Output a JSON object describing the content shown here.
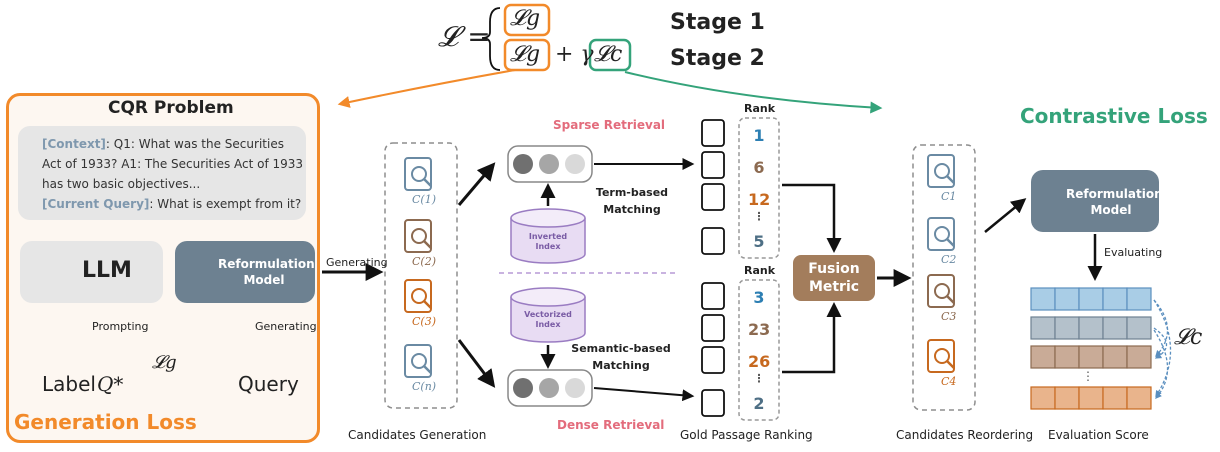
{
  "formula": {
    "lhs": "𝓛 =",
    "stage1_term": "𝓛g",
    "stage2_term_a": "𝓛g",
    "stage2_plus": "+ γ",
    "stage2_term_b": "𝓛c",
    "stage1_label": "Stage 1",
    "stage2_label": "Stage 2"
  },
  "left_panel": {
    "title": "CQR Problem",
    "context_tag": "[Context]",
    "context_text": ": Q1: What was the Securities Act of 1933? A1: The Securities Act of 1933 has two basic objectives...",
    "query_tag": "[Current Query]",
    "query_text": ": What is exempt from it?",
    "llm_label": "LLM",
    "rm_label": "Reformulation Model",
    "prompting": "Prompting",
    "generating": "Generating",
    "label_text": "Label",
    "label_q": "Q*",
    "lg": "𝓛g",
    "query_text_out": "Query",
    "footer": "Generation Loss"
  },
  "candidates": {
    "arrow_label": "Generating",
    "labels": [
      "C(1)",
      "C(2)",
      "C(3)",
      "C(n)"
    ],
    "caption": "Candidates Generation"
  },
  "retrieval": {
    "sparse_title": "Sparse Retrieval",
    "dense_title": "Dense Retrieval",
    "inverted_index": "Inverted Index",
    "vectorized_index": "Vectorized Index",
    "term_match": "Term-based Matching",
    "semantic_match": "Semantic-based Matching"
  },
  "ranking": {
    "rank_label": "Rank",
    "top": [
      {
        "n": "1",
        "color": "#2d7fb3"
      },
      {
        "n": "6",
        "color": "#8c6a50"
      },
      {
        "n": "12",
        "color": "#c7691f"
      },
      {
        "n": "⋮",
        "color": "#555555"
      },
      {
        "n": "5",
        "color": "#4e6f85"
      }
    ],
    "bottom": [
      {
        "n": "3",
        "color": "#2d7fb3"
      },
      {
        "n": "23",
        "color": "#8c6a50"
      },
      {
        "n": "26",
        "color": "#c7691f"
      },
      {
        "n": "⋮",
        "color": "#555555"
      },
      {
        "n": "2",
        "color": "#4e6f85"
      }
    ],
    "caption": "Gold Passage Ranking"
  },
  "fusion": {
    "label": "Fusion Metric"
  },
  "right_panel": {
    "title": "Contrastive Loss",
    "labels": [
      "C1",
      "C2",
      "C3",
      "C4"
    ],
    "rm_label": "Reformulation Model",
    "evaluating": "Evaluating",
    "lc": "𝓛c",
    "caption_left": "Candidates Reordering",
    "caption_right": "Evaluation Score"
  },
  "colors": {
    "orange": "#f28a2a",
    "green": "#34a37a",
    "blue_cand": "#6a8aa3",
    "brown_cand": "#8c6a50",
    "orange_cand": "#c7691f",
    "blue_row": "#a9cde6",
    "gray_row": "#b4c1cb",
    "brown_row": "#c9ab97",
    "orange_row": "#e9b48c"
  }
}
